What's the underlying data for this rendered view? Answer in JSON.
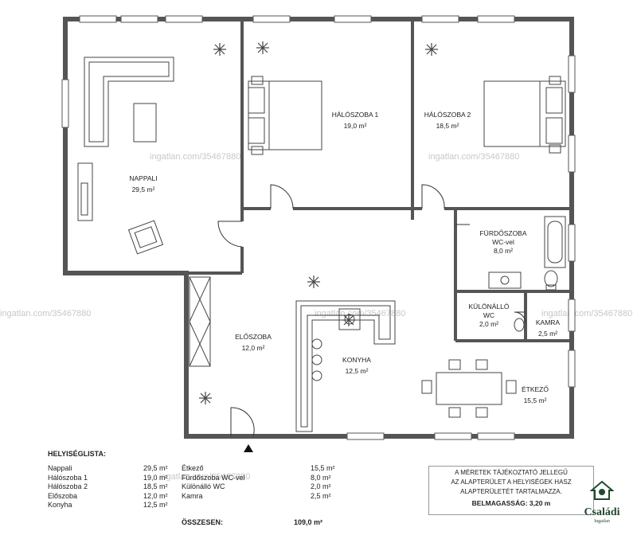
{
  "rooms": {
    "nappali": {
      "label": "NAPPALI",
      "area": "29,5 m²"
    },
    "halo1": {
      "label": "HÁLÓSZOBA 1",
      "area": "19,0 m²"
    },
    "halo2": {
      "label": "HÁLÓSZOBA 2",
      "area": "18,5 m²"
    },
    "furdo": {
      "label": "FÜRDŐSZOBA",
      "sublabel": "WC-vel",
      "area": "8,0 m²"
    },
    "wc": {
      "label": "KÜLÖNÁLLÓ",
      "sublabel": "WC",
      "area": "2,0 m²"
    },
    "kamra": {
      "label": "KAMRA",
      "area": "2,5 m²"
    },
    "eloszoba": {
      "label": "ELŐSZOBA",
      "area": "12,0 m²"
    },
    "konyha": {
      "label": "KONYHA",
      "area": "12,5 m²"
    },
    "etkezo": {
      "label": "ÉTKEZŐ",
      "area": "15,5 m²"
    }
  },
  "watermark": "ingatlan.com/35467880",
  "legend": {
    "title": "HELYISÉGLISTA:",
    "left": [
      {
        "name": "Nappali",
        "area": "29,5 m²"
      },
      {
        "name": "Hálószoba 1",
        "area": "19,0 m²"
      },
      {
        "name": "Hálószoba 2",
        "area": "18,5 m²"
      },
      {
        "name": "Előszoba",
        "area": "12,0 m²"
      },
      {
        "name": "Konyha",
        "area": "12,5 m²"
      }
    ],
    "right": [
      {
        "name": "Étkező",
        "area": "15,5 m²"
      },
      {
        "name": "Fürdőszoba WC-vel",
        "area": "8,0 m²"
      },
      {
        "name": "Különálló WC",
        "area": "2,0 m²"
      },
      {
        "name": "Kamra",
        "area": "2,5 m²"
      }
    ],
    "total_label": "ÖSSZESEN:",
    "total_value": "109,0 m²"
  },
  "note": {
    "line1": "A MÉRETEK TÁJÉKOZTATÓ JELLEGŰ",
    "line2": "AZ ALAPTERÜLET A HELYISÉGEK HASZ",
    "line3": "ALAPTERÜLETÉT TARTALMAZZA.",
    "ceiling": "BELMAGASSÁG: 3,20 m"
  },
  "logo": {
    "name": "Családi",
    "sub": "Ingatlan"
  },
  "colors": {
    "wall": "#555555",
    "line": "#333333",
    "fill": "#ffffff",
    "logo": "#1f4a2c"
  }
}
